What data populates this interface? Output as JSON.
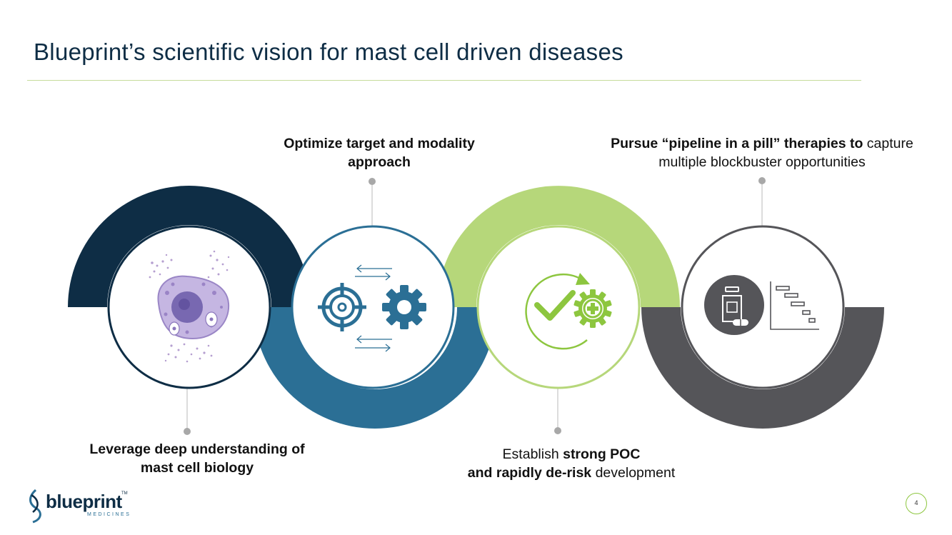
{
  "slide": {
    "title": "Blueprint’s scientific vision for mast cell driven diseases",
    "page_number": "4"
  },
  "steps": [
    {
      "id": "leverage",
      "bold": "Leverage deep understanding of",
      "bold2": "mast cell biology",
      "color": "#0e2d45",
      "icon": "mast-cell-icon"
    },
    {
      "id": "optimize",
      "bold": "Optimize target and modality",
      "bold2": "approach",
      "color": "#2b6f95",
      "icons": [
        "target-icon",
        "gear-icon",
        "arrows-icon"
      ]
    },
    {
      "id": "establish",
      "pre": "Establish ",
      "bold": "strong POC",
      "bold2": "and rapidly de-risk",
      "post": " development",
      "color": "#b6d77a",
      "icons": [
        "checkmark-icon",
        "medical-gear-icon"
      ]
    },
    {
      "id": "pursue",
      "bold": "Pursue “pipeline in a pill” therapies to",
      "post": " capture",
      "line2": "multiple blockbuster opportunities",
      "color": "#555559",
      "icons": [
        "pill-bottle-icon",
        "gantt-chart-icon"
      ]
    }
  ],
  "logo": {
    "word": "blueprint",
    "tm": "TM",
    "sub": "MEDICINES"
  }
}
